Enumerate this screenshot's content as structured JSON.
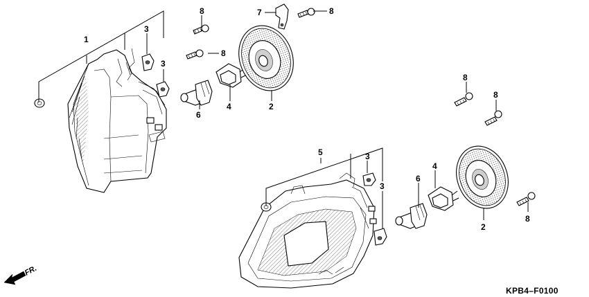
{
  "diagram_code": "KPB4–F0100",
  "front_marker": "FR.",
  "callouts": {
    "c1": "1",
    "c2a": "2",
    "c2b": "2",
    "c3a": "3",
    "c3b": "3",
    "c3c": "3",
    "c3d": "3",
    "c4a": "4",
    "c4b": "4",
    "c5": "5",
    "c6a": "6",
    "c6b": "6",
    "c7": "7",
    "c8a": "8",
    "c8b": "8",
    "c8c": "8",
    "c8d": "8",
    "c8e": "8",
    "c8f": "8"
  }
}
